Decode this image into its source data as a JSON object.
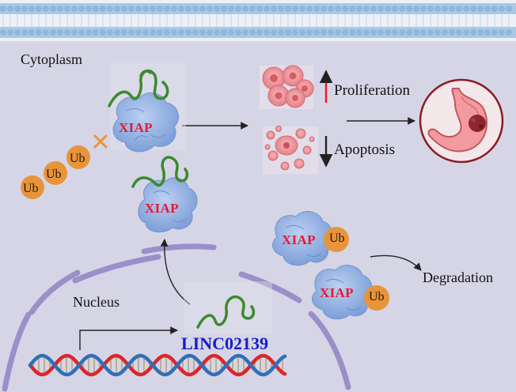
{
  "labels": {
    "cytoplasm": "Cytoplasm",
    "nucleus": "Nucleus",
    "proliferation": "Proliferation",
    "apoptosis": "Apoptosis",
    "degradation": "Degradation",
    "lncrna": "LINC02139"
  },
  "proteins": {
    "xiap_1": "XIAP",
    "xiap_2": "XIAP",
    "xiap_3": "XIAP",
    "xiap_4": "XIAP"
  },
  "ubiquitin": {
    "ub_1": "Ub",
    "ub_2": "Ub",
    "ub_3": "Ub",
    "ub_4": "Ub",
    "ub_5": "Ub"
  },
  "colors": {
    "background": "#d6d5e6",
    "membrane": "#a9c9e6",
    "nuclear_envelope": "#9b8fca",
    "xiap_label": "#e8192c",
    "lncrna_label": "#1420c8",
    "rna_strand": "#3b8a2e",
    "ubiquitin": "#e8943a",
    "up_arrow": "#e31a1c",
    "dna_red": "#d9262c",
    "dna_blue": "#2f6fb7",
    "stomach_circle": "#8b1c22"
  }
}
